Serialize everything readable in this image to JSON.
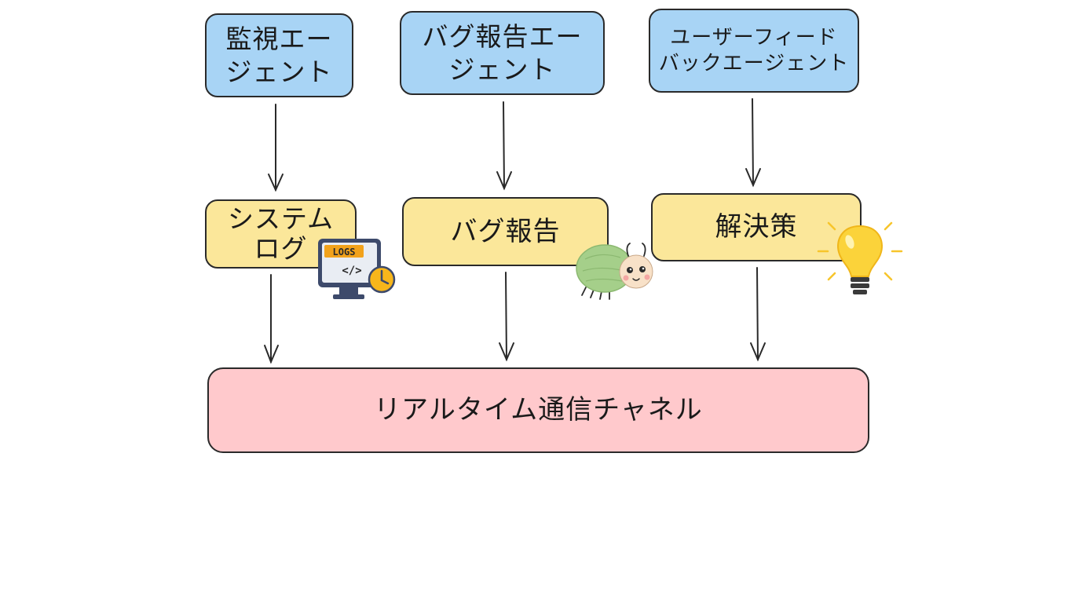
{
  "agents": [
    {
      "label": "監視エー\nジェント"
    },
    {
      "label": "バグ報告エー\nジェント"
    },
    {
      "label": "ユーザーフィード\nバックエージェント"
    }
  ],
  "outputs": [
    {
      "label": "システム\nログ"
    },
    {
      "label": "バグ報告"
    },
    {
      "label": "解決策"
    }
  ],
  "channel": {
    "label": "リアルタイム通信チャネル"
  },
  "logs_icon": {
    "text": "LOGS",
    "code": "</>"
  },
  "colors": {
    "agent_fill": "#a8d4f5",
    "output_fill": "#fbe79a",
    "channel_fill": "#ffc9cc",
    "stroke": "#2a2a2a"
  }
}
